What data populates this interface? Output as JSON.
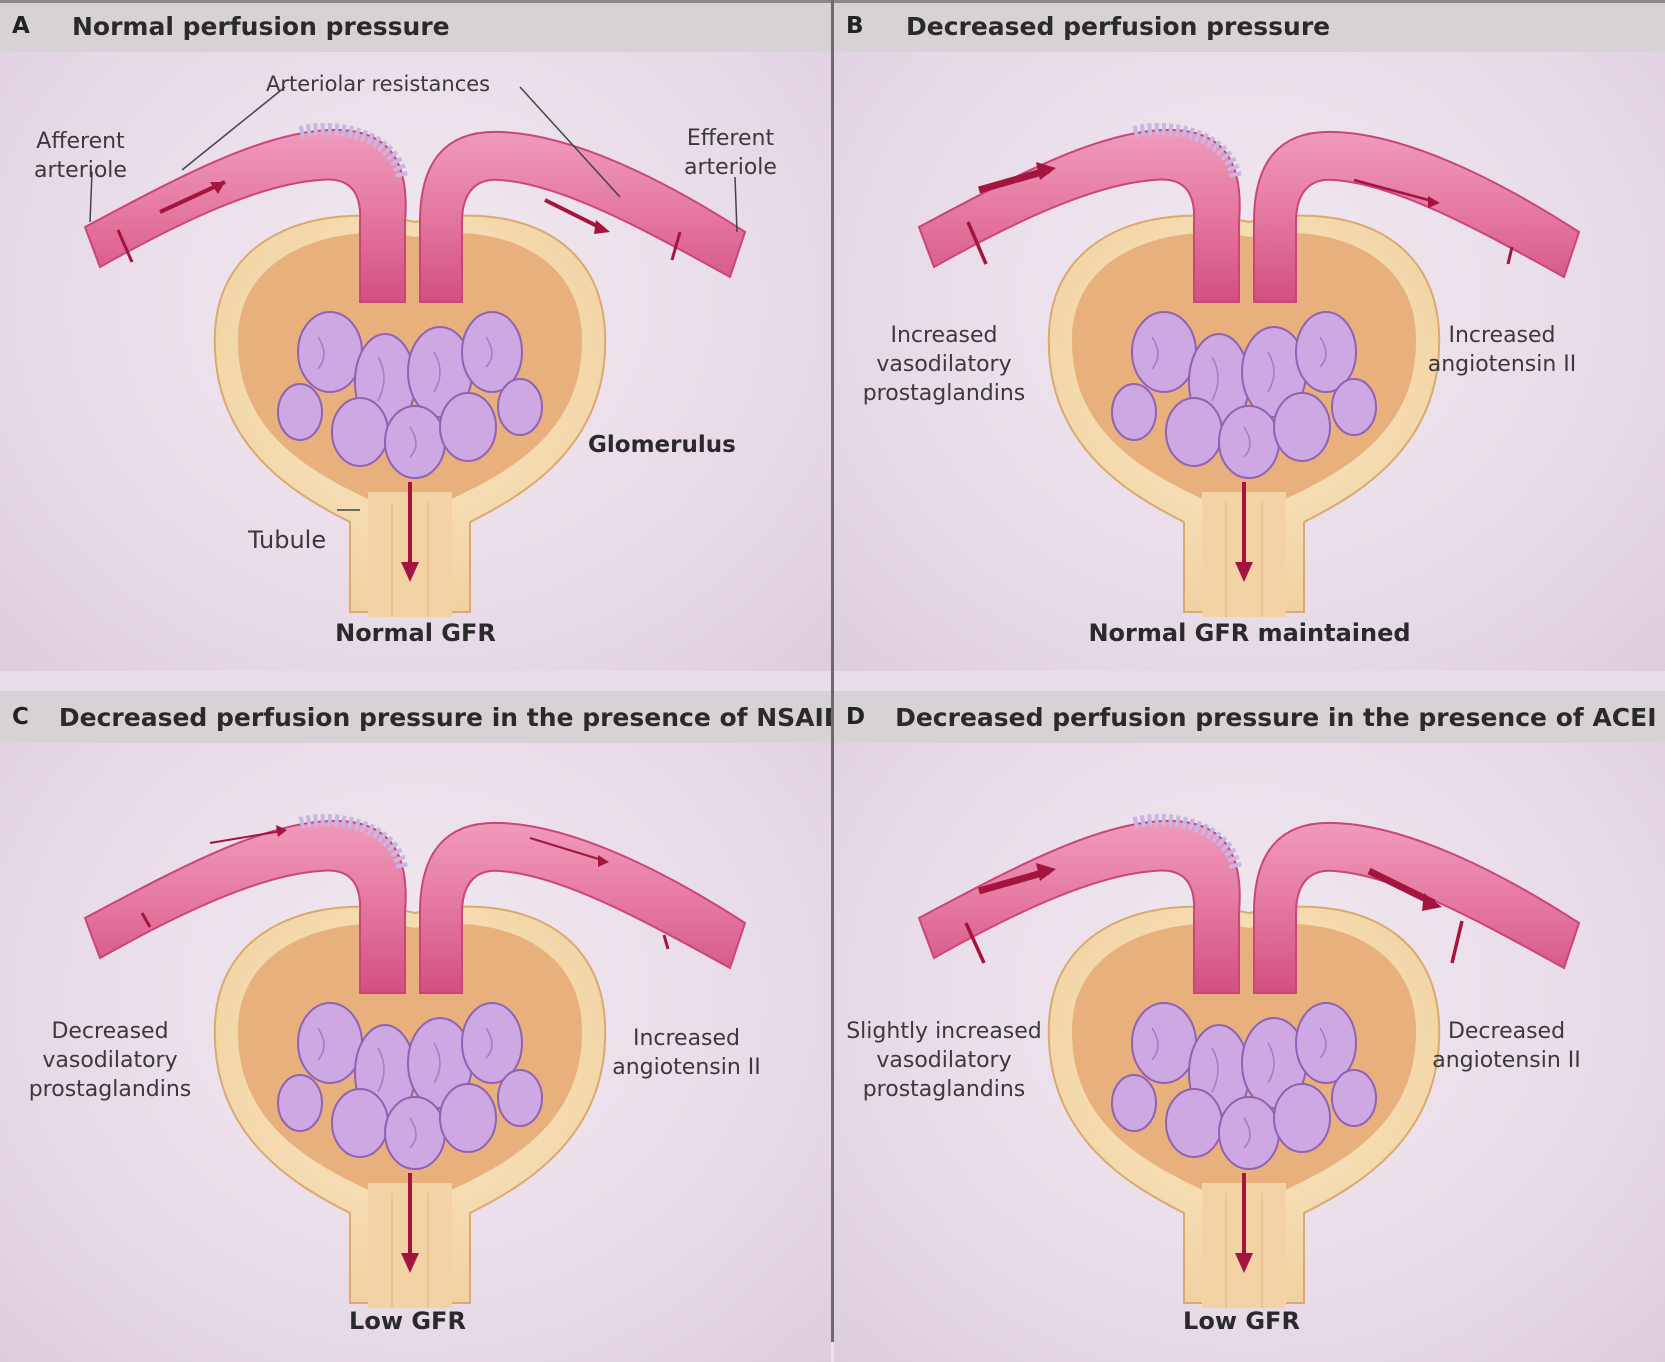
{
  "panels": [
    {
      "id": "a",
      "letter": "A",
      "title": "Normal perfusion pressure",
      "labels": {
        "arteriolar_resistances": "Arteriolar resistances",
        "afferent": "Afferent\narteriole",
        "efferent": "Efferent\narteriole",
        "glomerulus": "Glomerulus",
        "tubule": "Tubule"
      },
      "gfr": "Normal GFR"
    },
    {
      "id": "b",
      "letter": "B",
      "title": "Decreased perfusion pressure",
      "left_note": "Increased\nvasodilatory\nprostaglandins",
      "right_note": "Increased\nangiotensin II",
      "gfr": "Normal GFR maintained"
    },
    {
      "id": "c",
      "letter": "C",
      "title": "Decreased perfusion pressure in the presence of NSAIDs",
      "left_note": "Decreased\nvasodilatory\nprostaglandins",
      "right_note": "Increased\nangiotensin II",
      "gfr": "Low GFR"
    },
    {
      "id": "d",
      "letter": "D",
      "title": "Decreased perfusion pressure in the presence of ACEI or ARB",
      "left_note": "Slightly increased\nvasodilatory\nprostaglandins",
      "right_note": "Decreased\nangiotensin II",
      "gfr": "Low GFR"
    }
  ],
  "colors": {
    "vessel": "#e36f98",
    "vessel_dark": "#c93d72",
    "capsule": "#f6dfb7",
    "bowman_space": "#e7b07f",
    "capillary": "#c9a6de",
    "arrow": "#a3143f",
    "header": "#d6d2d6"
  }
}
